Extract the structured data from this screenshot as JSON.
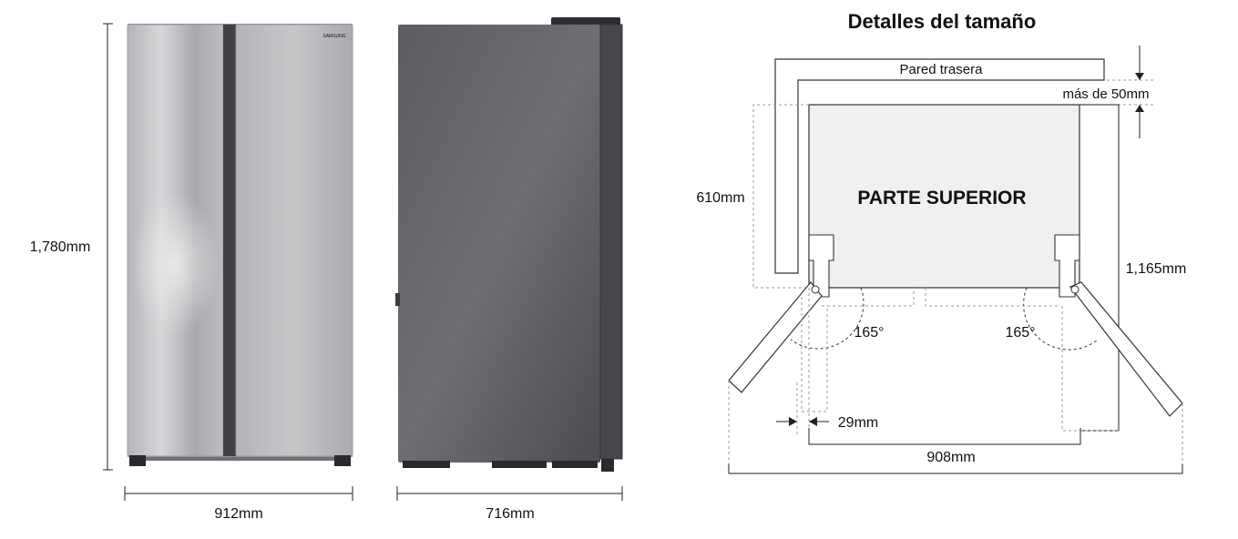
{
  "front": {
    "height_label": "1,780mm",
    "width_label": "912mm",
    "brand": "SAMSUNG"
  },
  "side": {
    "depth_label": "716mm"
  },
  "plan": {
    "title": "Detalles del tamaño",
    "wall_label": "Pared trasera",
    "gap_label": "más de 50mm",
    "top_label": "PARTE SUPERIOR",
    "depth_label": "610mm",
    "open_depth_label": "1,165mm",
    "left_angle": "165°",
    "right_angle": "165°",
    "side_gap_label": "29mm",
    "width_label": "908mm"
  },
  "colors": {
    "steel_light": "#c9cacc",
    "steel_dark": "#4c4e53",
    "line": "#222222",
    "dashed": "#9a9a9a",
    "panel": "#f0f0f0"
  }
}
